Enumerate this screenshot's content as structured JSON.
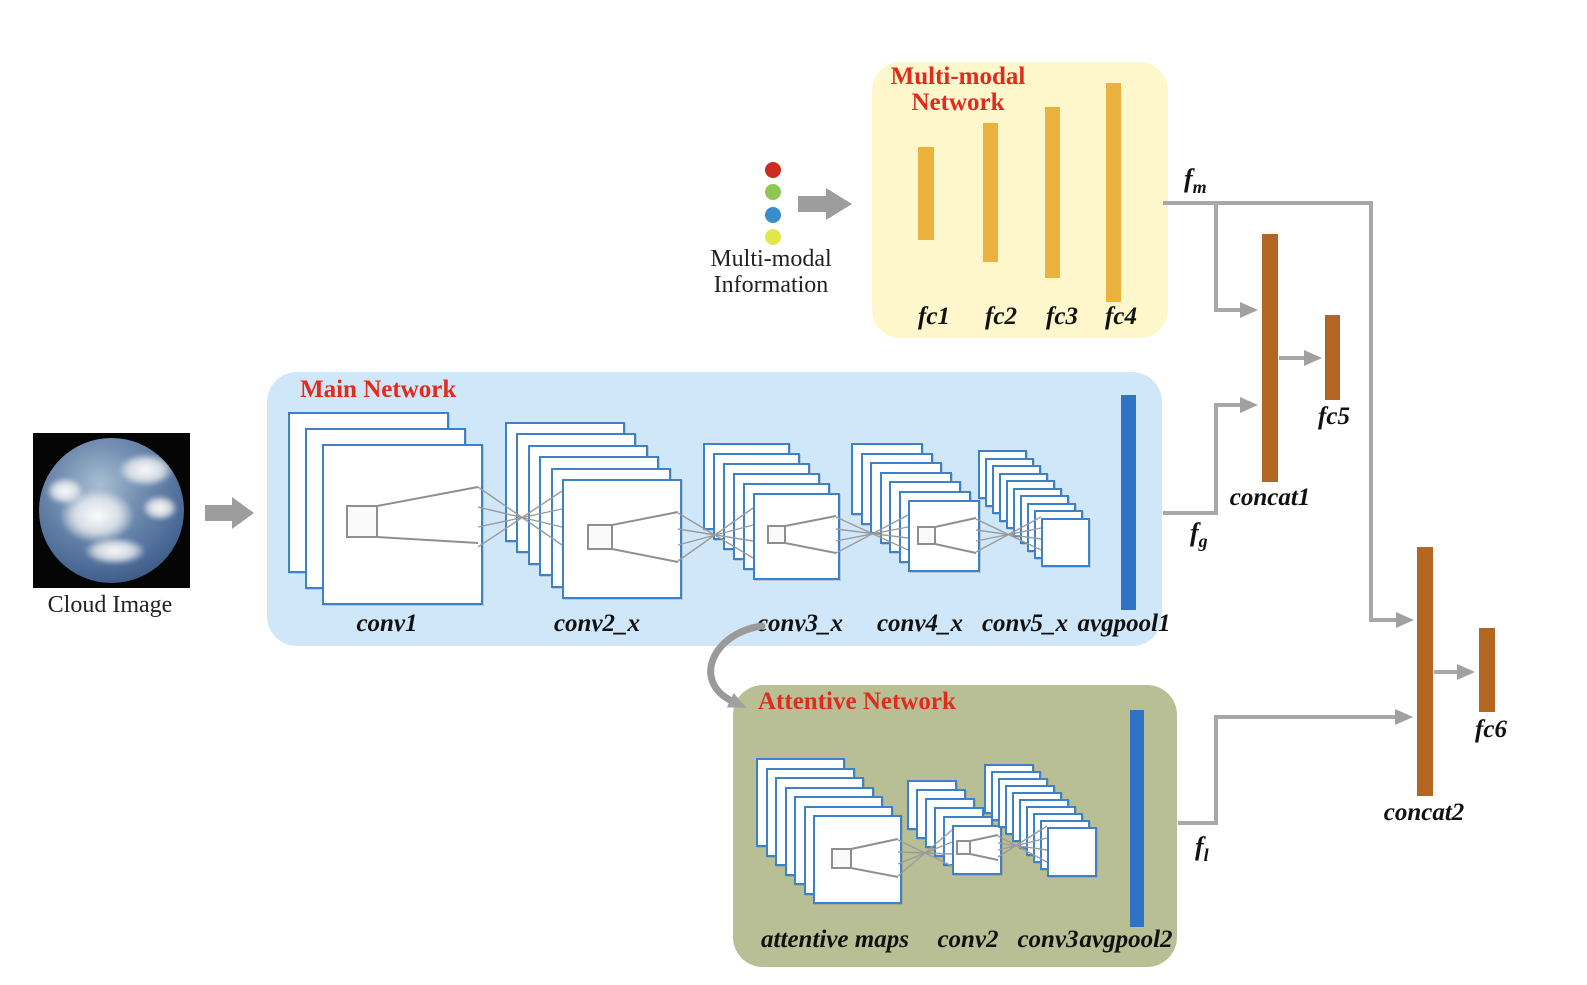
{
  "cloud_input": {
    "label": "Cloud Image"
  },
  "multimodal_input": {
    "label_lines": [
      "Multi-modal",
      "Information"
    ],
    "dot_colors": [
      "#cd2a20",
      "#8cc653",
      "#3b8ccc",
      "#e3e64b"
    ]
  },
  "multimodal_network": {
    "title_lines": [
      "Multi-modal",
      "Network"
    ],
    "layers": [
      {
        "label": "fc1"
      },
      {
        "label": "fc2"
      },
      {
        "label": "fc3"
      },
      {
        "label": "fc4"
      }
    ]
  },
  "main_network": {
    "title": "Main Network",
    "layers": [
      {
        "label": "conv1"
      },
      {
        "label": "conv2_x"
      },
      {
        "label": "conv3_x"
      },
      {
        "label": "conv4_x"
      },
      {
        "label": "conv5_x"
      },
      {
        "label": "avgpool1"
      }
    ]
  },
  "attentive_network": {
    "title": "Attentive Network",
    "layers": [
      {
        "label": "attentive maps"
      },
      {
        "label": "conv2"
      },
      {
        "label": "conv3"
      },
      {
        "label": "avgpool2"
      }
    ]
  },
  "features": {
    "fm": {
      "base": "f",
      "sub": "m"
    },
    "fg": {
      "base": "f",
      "sub": "g"
    },
    "fl": {
      "base": "f",
      "sub": "l"
    }
  },
  "fusion": {
    "concat1": "concat1",
    "fc5": "fc5",
    "concat2": "concat2",
    "fc6": "fc6"
  },
  "colors": {
    "box_multimodal": "#fdf7cb",
    "box_main": "#cfe7f9",
    "box_attentive": "#b9bf94",
    "title_red": "#e02b1e",
    "bar_yellow": "#ecb23e",
    "bar_blue": "#2f72c6",
    "bar_brown": "#b36522",
    "line_gray": "#a8a8a8",
    "sheet_border": "#3b82c8"
  }
}
